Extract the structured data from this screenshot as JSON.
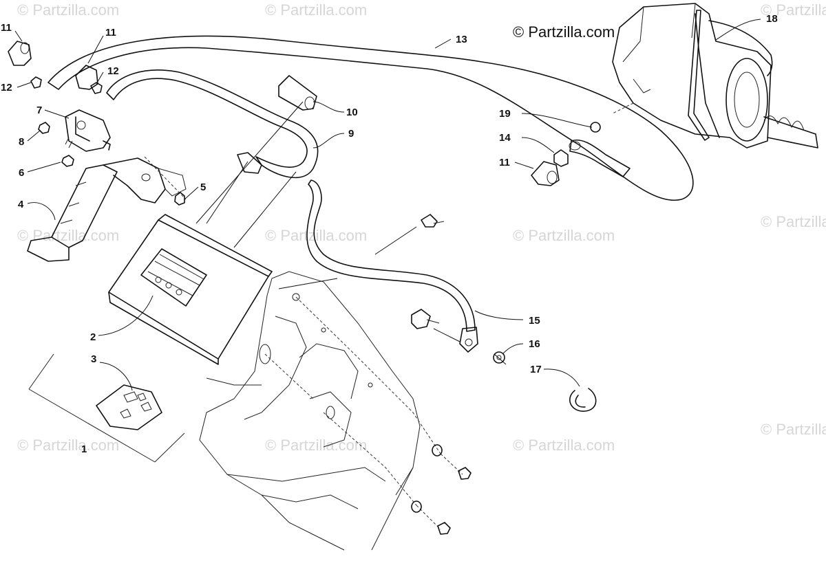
{
  "copyright": "© Partzilla.com",
  "watermark": "© Partzilla.com",
  "callouts": {
    "c1": "1",
    "c2": "2",
    "c3": "3",
    "c4": "4",
    "c5": "5",
    "c6": "6",
    "c7": "7",
    "c8": "8",
    "c9": "9",
    "c10": "10",
    "c11a": "11",
    "c11b": "11",
    "c11c": "11",
    "c12a": "12",
    "c12b": "12",
    "c13": "13",
    "c14": "14",
    "c15": "15",
    "c16": "16",
    "c17": "17",
    "c18": "18",
    "c19": "19"
  },
  "colors": {
    "line": "#111111",
    "watermark": "#d6d6d6",
    "background": "#ffffff"
  }
}
